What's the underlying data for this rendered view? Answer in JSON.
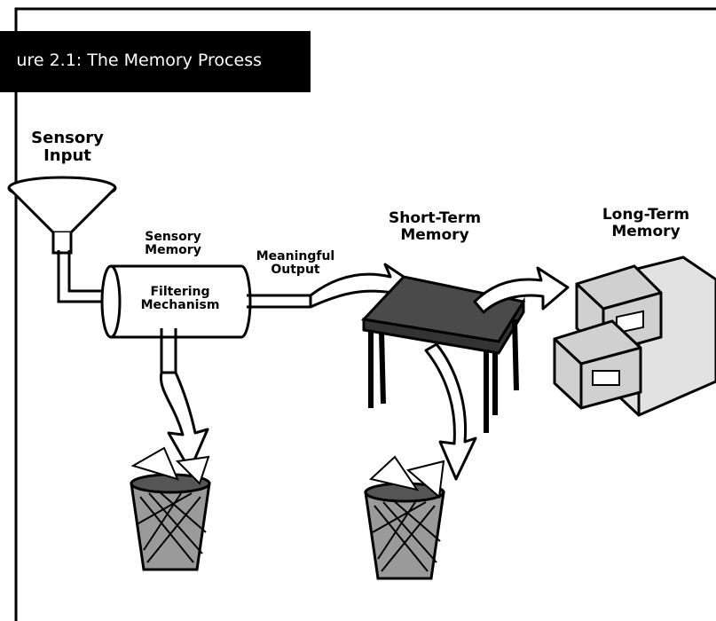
{
  "caption": "ure 2.1: The Memory Process",
  "labels": {
    "sensory_input": [
      "Sensory",
      "Input"
    ],
    "sensory_memory": [
      "Sensory",
      "Memory"
    ],
    "filtering": [
      "Filtering",
      "Mechanism"
    ],
    "meaningful_output": [
      "Meaningful",
      "Output"
    ],
    "short_term": [
      "Short-Term",
      "Memory"
    ],
    "long_term": [
      "Long-Term",
      "Memory"
    ]
  },
  "colors": {
    "ink": "#000000",
    "paper": "#ffffff",
    "desk_top": "#4a4a4a",
    "cabinet": "#dcdcdc",
    "bin": "#9a9a9a"
  }
}
